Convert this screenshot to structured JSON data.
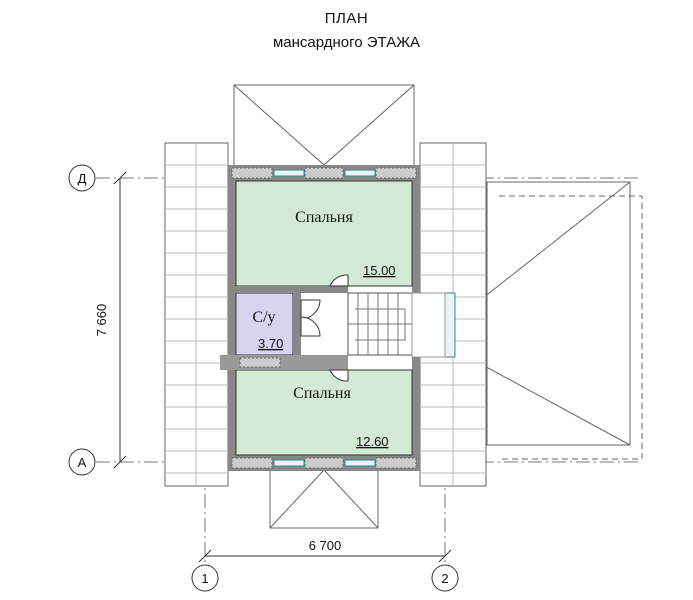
{
  "title": {
    "line1": "ПЛАН",
    "line2": "мансардного ЭТАЖА"
  },
  "rooms": [
    {
      "name": "Спальня",
      "area": "15.00"
    },
    {
      "name": "С/у",
      "area": "3.70"
    },
    {
      "name": "Спальня",
      "area": "12.60"
    }
  ],
  "axes": {
    "top": "Д",
    "bottom": "А",
    "left": "1",
    "right": "2"
  },
  "dimensions": {
    "vertical": "7 660",
    "horizontal": "6 700"
  },
  "colors": {
    "room_fill": "#d3ead7",
    "bath_fill": "#d6d4ee",
    "wall": "#555555"
  }
}
